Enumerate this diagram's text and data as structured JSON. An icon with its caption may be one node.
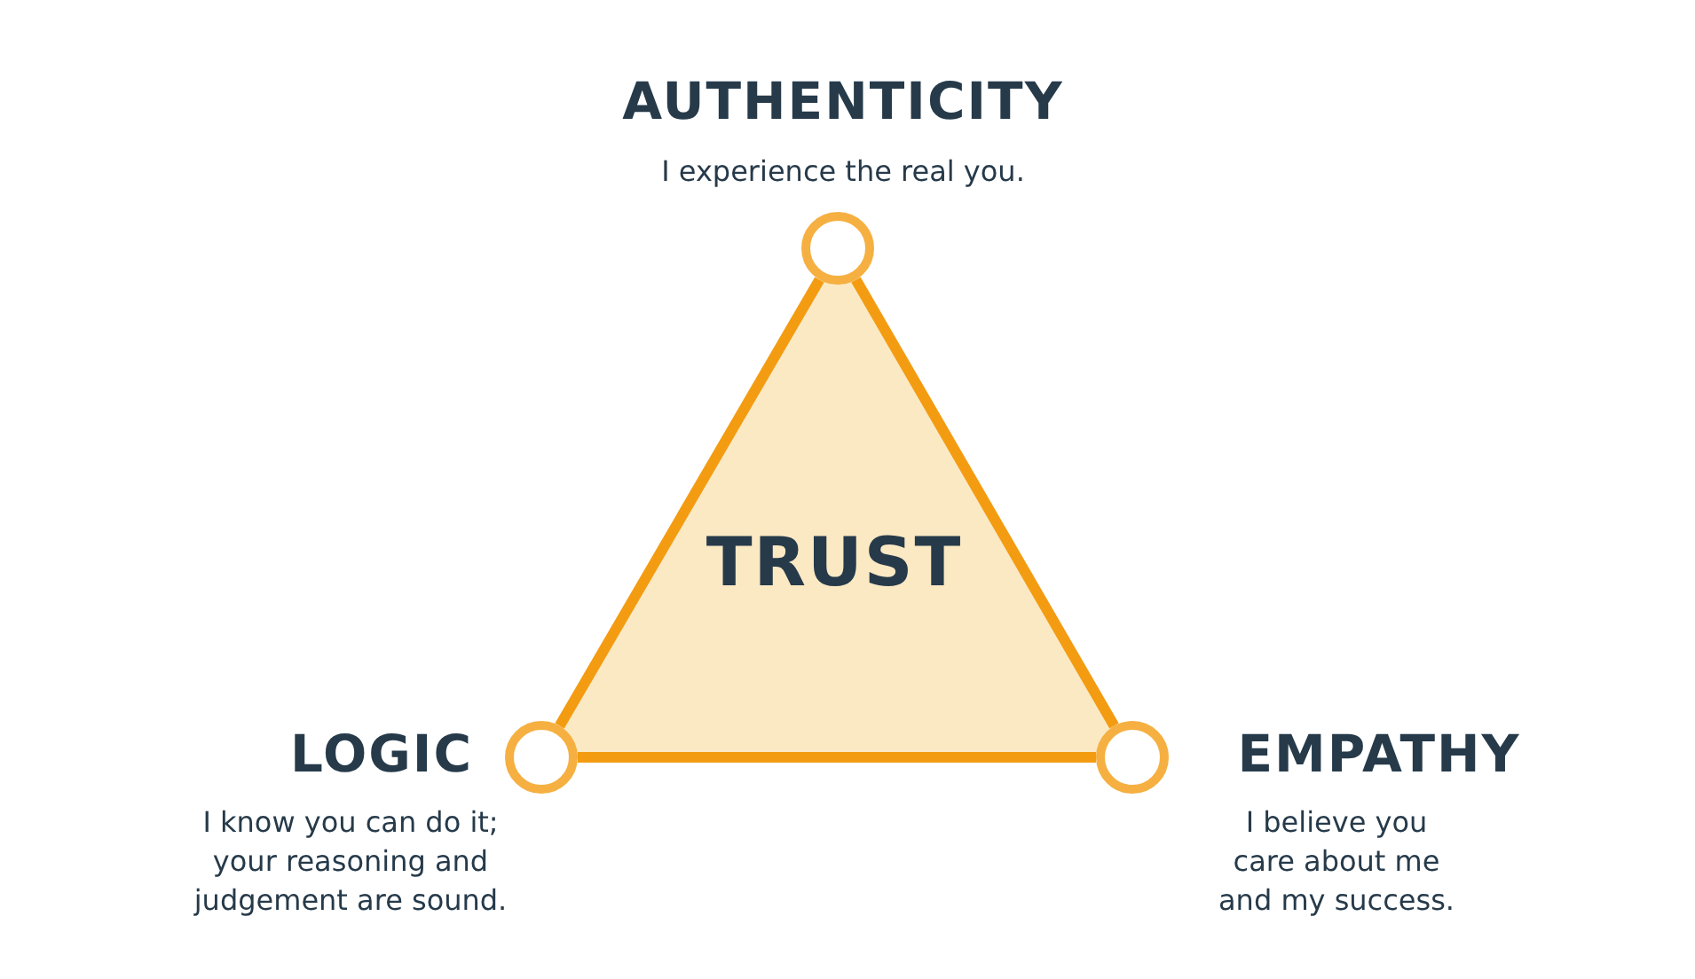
{
  "diagram": {
    "nodes": [
      {
        "text": [
          "TRUST"
        ]
      },
      {
        "text": [
          "AUTHENTICITY",
          "I experience the real you."
        ]
      },
      {
        "text": [
          "LOGIC",
          "I know you can do it; your reasoning and judgement are sound."
        ]
      },
      {
        "text": [
          "EMPATHY",
          "I believe you care about me and my success."
        ]
      }
    ],
    "edges": [
      {
        "from": 1,
        "to": 2,
        "arrow": "none"
      },
      {
        "from": 2,
        "to": 3,
        "arrow": "none"
      },
      {
        "from": 3,
        "to": 1,
        "arrow": "none"
      }
    ]
  }
}
